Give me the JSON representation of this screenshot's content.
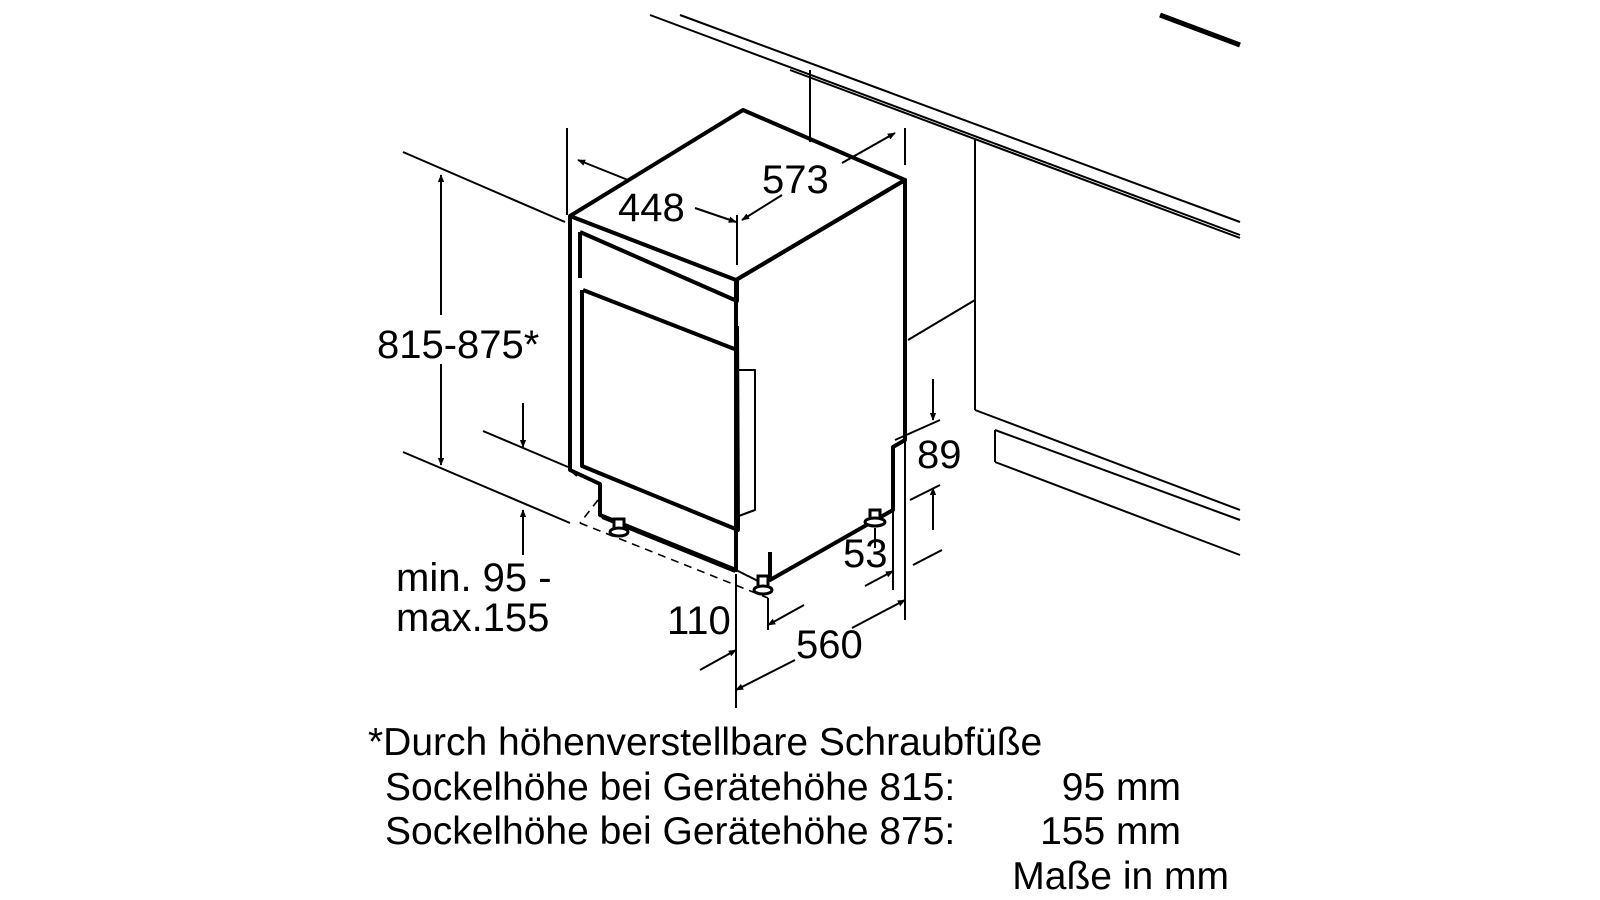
{
  "dimensions": {
    "width": "448",
    "depth": "573",
    "height": "815-875*",
    "plinth_range_line1": "min. 95 -",
    "plinth_range_line2": "max.155",
    "recess_height": "89",
    "foot_inset": "53",
    "front_offset": "110",
    "cabinet_depth": "560"
  },
  "notes": {
    "footnote": "*Durch höhenverstellbare Schraubfüße",
    "row1_label": "Sockelhöhe bei Gerätehöhe 815:",
    "row1_value": "95 mm",
    "row2_label": "Sockelhöhe bei Gerätehöhe 875:",
    "row2_value": "155 mm",
    "units": "Maße in mm"
  }
}
